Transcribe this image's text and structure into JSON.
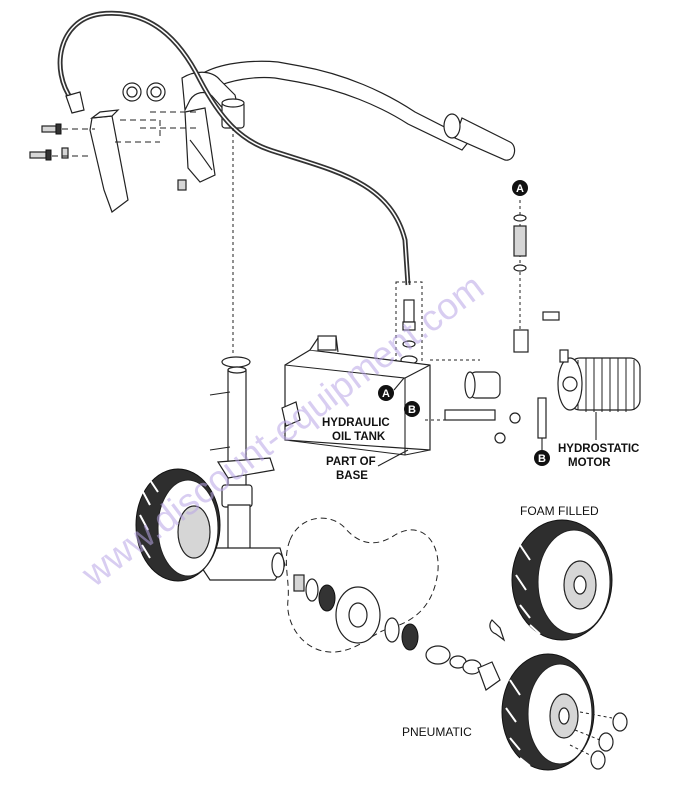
{
  "labels": {
    "hydraulic_oil_tank": [
      "HYDRAULIC",
      "OIL TANK"
    ],
    "part_of_base": [
      "PART OF",
      "BASE"
    ],
    "hydrostatic_motor": [
      "HYDROSTATIC",
      "MOTOR"
    ],
    "foam_filled": "FOAM FILLED",
    "pneumatic": "PNEUMATIC"
  },
  "callouts": {
    "a_top": "A",
    "a_tank": "A",
    "b_tank": "B",
    "b_motor": "B"
  },
  "watermark": "www.discount-equipment.com",
  "colors": {
    "line": "#222222",
    "hose": "#333333",
    "watermark": "#b9a6e6",
    "callout_fill": "#111111"
  },
  "icons": {
    "callout_marker": "black-circle-letter"
  }
}
